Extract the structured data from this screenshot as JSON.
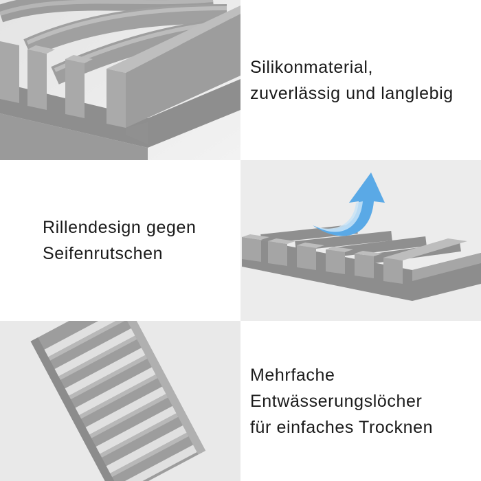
{
  "features": [
    {
      "lines": [
        "Silikonmaterial,",
        "zuverlässig und langlebig"
      ],
      "icon": "soap-dish-closeup-photo"
    },
    {
      "lines": [
        "Rillendesign gegen",
        "Seifenrutschen"
      ],
      "icon": "soap-dish-side-view-with-arrow"
    },
    {
      "lines": [
        "Mehrfache",
        "Entwässerungslöcher",
        "für einfaches Trocknen"
      ],
      "icon": "soap-dish-top-view-photo"
    }
  ],
  "colors": {
    "product_gray": "#a3a3a3",
    "product_shadow": "#8a8a8a",
    "product_highlight": "#bdbdbd",
    "photo_background": "#ececec",
    "arrow_blue": "#5aa9e6",
    "arrow_light": "#c9e4f7"
  }
}
